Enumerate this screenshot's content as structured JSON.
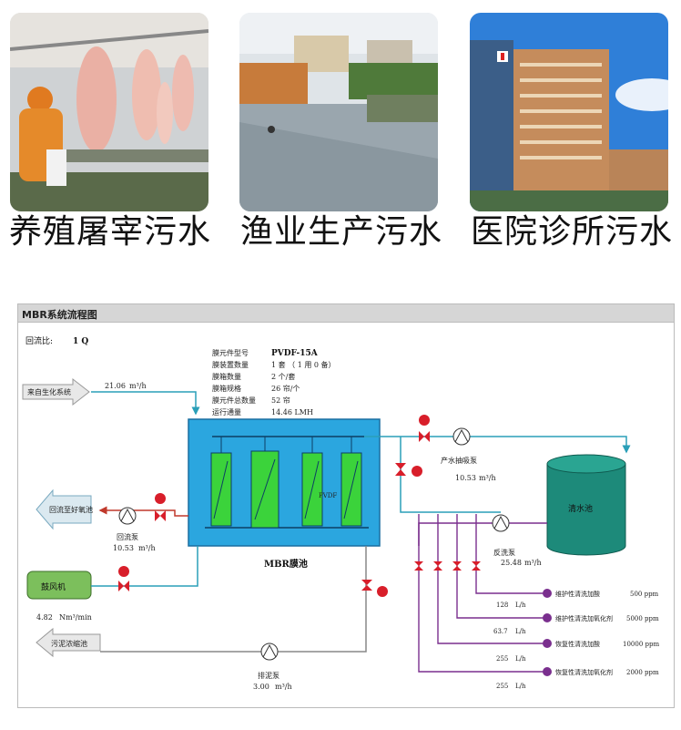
{
  "photos": [
    {
      "caption": "养殖屠宰污水",
      "icon": "slaughterhouse-photo"
    },
    {
      "caption": "渔业生产污水",
      "icon": "fishery-pond-photo"
    },
    {
      "caption": "医院诊所污水",
      "icon": "hospital-building-photo"
    }
  ],
  "diagram": {
    "title": "MBR系统流程图",
    "reflux_label": "回流比:",
    "reflux_value": "1  Q",
    "specs": [
      {
        "label": "膜元件型号",
        "value": "PVDF-15A"
      },
      {
        "label": "膜装置数量",
        "value": "1  套 （ 1 用 0 备）"
      },
      {
        "label": "膜箱数量",
        "value": "2      个/套"
      },
      {
        "label": "膜箱规格",
        "value": "26     帘/个"
      },
      {
        "label": "膜元件总数量",
        "value": "52     帘"
      },
      {
        "label": "运行通量",
        "value": "14.46  LMH"
      }
    ],
    "inflow_label": "来自生化系统",
    "inflow_rate": "21.06",
    "flow_unit": "m³/h",
    "reflux_target": "回流至好氧池",
    "reflux_pump": "回流泵",
    "reflux_rate": "10.53",
    "blower_label": "鼓风机",
    "blower_rate": "4.82",
    "blower_unit": "Nm³/min",
    "sludge_label": "污泥浓缩池",
    "sludge_pump": "排泥泵",
    "sludge_rate": "3.00",
    "tank_label": "MBR膜池",
    "pvdf_label": "PVDF",
    "product_pump": "产水抽吸泵",
    "product_rate": "10.53",
    "clear_tank": "清水池",
    "backwash_pump": "反洗泵",
    "backwash_rate": "25.48",
    "chemicals": [
      {
        "name": "维护性清洗加酸",
        "dose": "500 ppm",
        "flow": "128"
      },
      {
        "name": "维护性清洗加氧化剂",
        "dose": "5000 ppm",
        "flow": "63.7"
      },
      {
        "name": "恢复性清洗加酸",
        "dose": "10000 ppm",
        "flow": "255"
      },
      {
        "name": "恢复性清洗加氧化剂",
        "dose": "2000 ppm",
        "flow": "255"
      }
    ],
    "flow_unit_l": "L/h",
    "colors": {
      "pipe": "#2a9fb8",
      "tank": "#2ba6df",
      "membrane": "#3bd33b",
      "valve": "#d81e2a",
      "chem": "#7a2f8e",
      "tee": "#a0a0a0"
    }
  }
}
